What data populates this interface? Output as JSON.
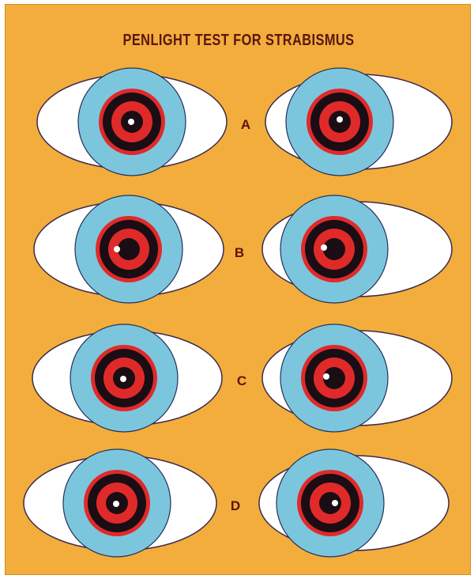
{
  "title": "PENLIGHT TEST FOR STRABISMUS",
  "rows": [
    {
      "label": "A"
    },
    {
      "label": "B"
    },
    {
      "label": "C"
    },
    {
      "label": "D"
    }
  ],
  "colors": {
    "background": "#f2ad3c",
    "sclera": "#ffffff",
    "iris": "#7cc6dd",
    "ring_red": "#e02a2a",
    "pupil": "#1a0d14",
    "reflex": "#ffffff",
    "label": "#5a1510"
  }
}
